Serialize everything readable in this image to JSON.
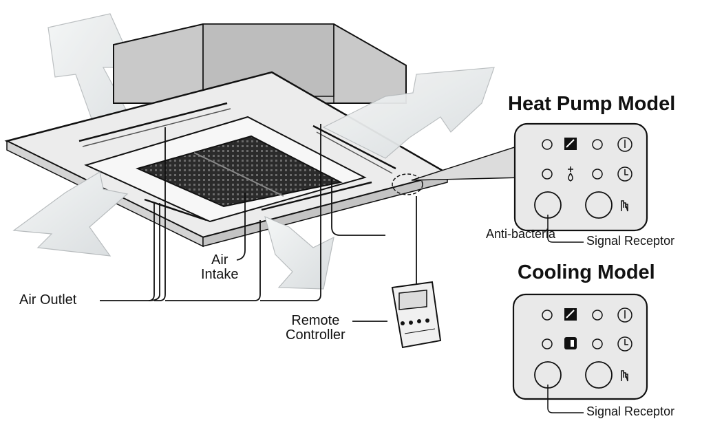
{
  "labels": {
    "air_outlet": "Air Outlet",
    "air_intake_line1": "Air",
    "air_intake_line2": "Intake",
    "remote_line1": "Remote",
    "remote_line2": "Controller"
  },
  "heat_pump": {
    "title": "Heat Pump Model",
    "anti_bacteria": "Anti-bacteria",
    "signal_receptor": "Signal Receptor"
  },
  "cooling": {
    "title": "Cooling Model",
    "signal_receptor": "Signal Receptor"
  },
  "icons": [
    "filter-icon",
    "power-icon",
    "defrost-icon",
    "timer-icon",
    "hand-icon",
    "operation-mode-icon"
  ],
  "colors": {
    "arrow_fill": "#e9eced",
    "panel_fill": "#e8e8e8",
    "body_fill": "#c9c9c9",
    "line": "#111111"
  }
}
